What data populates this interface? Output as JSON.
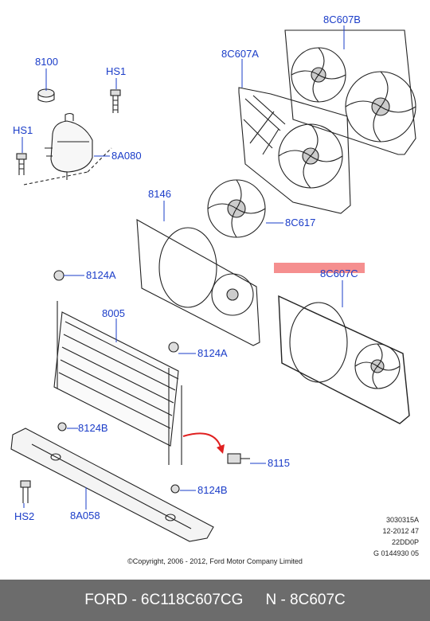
{
  "callouts": {
    "c8100": "8100",
    "hs1_top": "HS1",
    "hs1_left": "HS1",
    "c8a080": "8A080",
    "c8c607a": "8C607A",
    "c8c607b": "8C607B",
    "c8146": "8146",
    "c8c617": "8C617",
    "c8c607c": "8C607C",
    "c8124a_1": "8124A",
    "c8124a_2": "8124A",
    "c8005": "8005",
    "c8124b_1": "8124B",
    "c8124b_2": "8124B",
    "c8115": "8115",
    "hs2": "HS2",
    "c8a058": "8A058"
  },
  "reference": {
    "line1": "3030315A",
    "line2": "12-2012 47",
    "line3": "22DD0P",
    "line4": "G 0144930 05"
  },
  "copyright": "©Copyright, 2006 - 2012, Ford Motor Company Limited",
  "footer": {
    "part_number": "FORD - 6C118C607CG",
    "reference_number": "N - 8C607C"
  },
  "colors": {
    "callout": "#1a3cc8",
    "highlight": "#f26a6a",
    "footer_bg": "#6c6c6c"
  }
}
